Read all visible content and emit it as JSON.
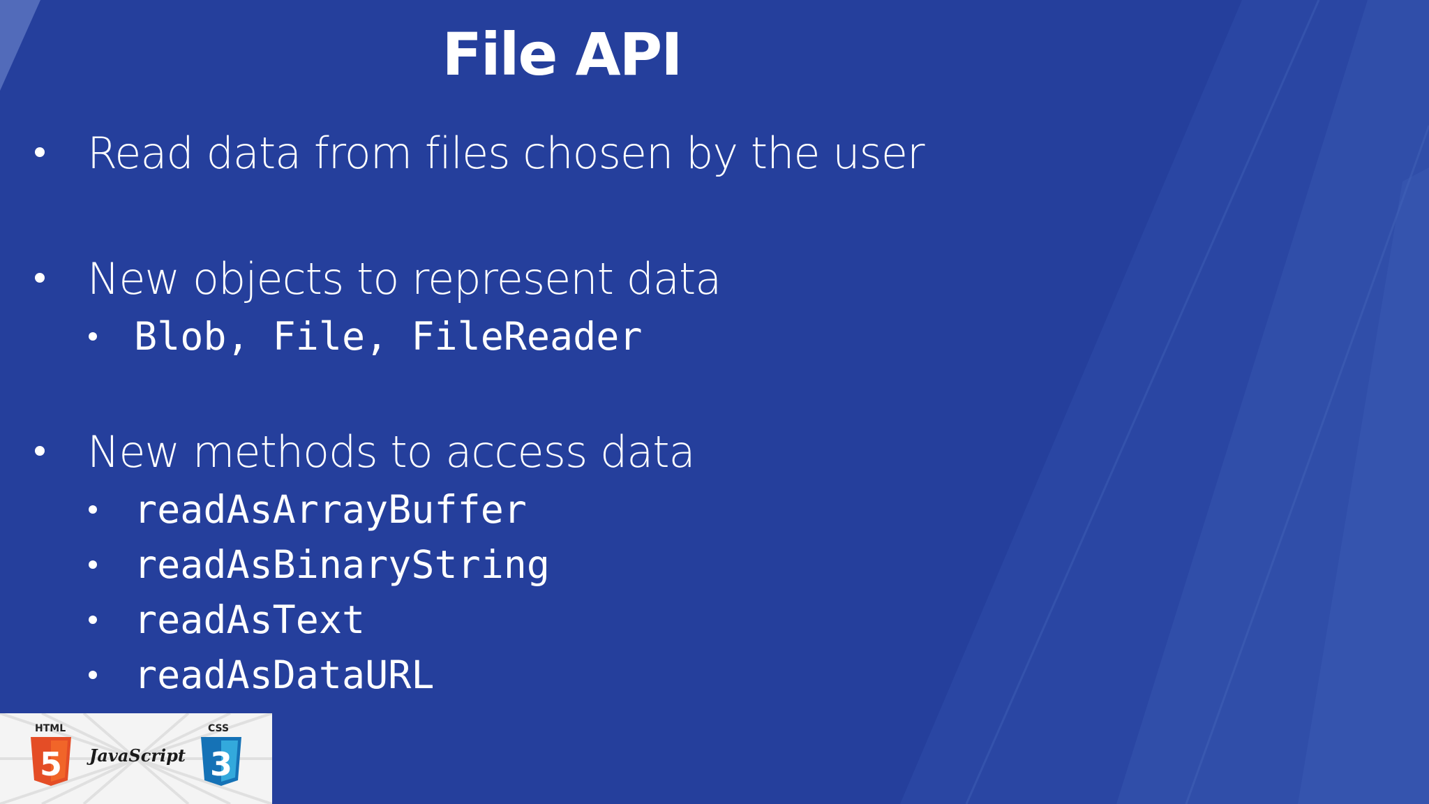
{
  "slide": {
    "title": "File API",
    "bullets": [
      {
        "text": "Read data from files chosen by the user",
        "sub": []
      },
      {
        "text": "New objects to represent data",
        "sub": [
          "Blob, File, FileReader"
        ]
      },
      {
        "text": "New methods to access data",
        "sub": [
          "readAsArrayBuffer",
          "readAsBinaryString",
          "readAsText",
          "readAsDataURL"
        ]
      }
    ]
  },
  "logo": {
    "html_label": "HTML",
    "html_number": "5",
    "javascript_label": "JavaScript",
    "css_label": "CSS",
    "css_number": "3"
  },
  "colors": {
    "background": "#253f9c",
    "html5_orange": "#e44d26",
    "css3_blue": "#1572b6",
    "text": "#ffffff"
  },
  "icons": [
    "html5-shield-icon",
    "css3-shield-icon"
  ]
}
